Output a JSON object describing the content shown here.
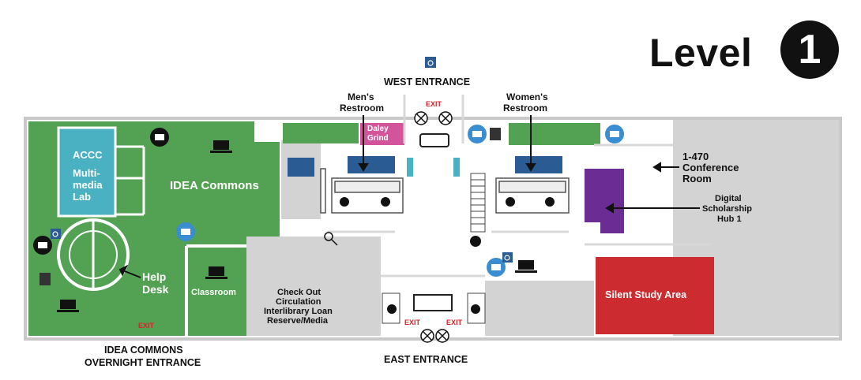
{
  "title": {
    "text": "Level",
    "badge": "1"
  },
  "colors": {
    "green": "#53a253",
    "gray": "#d3d3d3",
    "teal": "#4ab1c2",
    "navy": "#2b5b93",
    "pink": "#d4549c",
    "purple": "#6b2d93",
    "red": "#cc2b2f",
    "icon_blue": "#3a8dd0"
  },
  "labels": {
    "west_entrance": "WEST ENTRANCE",
    "east_entrance": "EAST ENTRANCE",
    "idea_overnight_1": "IDEA COMMONS",
    "idea_overnight_2": "OVERNIGHT ENTRANCE",
    "mens_restroom_1": "Men's",
    "mens_restroom_2": "Restroom",
    "womens_restroom_1": "Women's",
    "womens_restroom_2": "Restroom",
    "daley_grind_1": "Daley",
    "daley_grind_2": "Grind",
    "acc_1": "ACCC",
    "acc_2": "Multi-",
    "acc_3": "media",
    "acc_4": "Lab",
    "idea_commons": "IDEA Commons",
    "help_desk_1": "Help",
    "help_desk_2": "Desk",
    "classroom": "Classroom",
    "checkout_1": "Check Out",
    "checkout_2": "Circulation",
    "checkout_3": "Interlibrary Loan",
    "checkout_4": "Reserve/Media",
    "conf_1": "1-470",
    "conf_2": "Conference",
    "conf_3": "Room",
    "digital_1": "Digital",
    "digital_2": "Scholarship",
    "digital_3": "Hub 1",
    "silent_study": "Silent Study Area",
    "exit": "EXIT"
  }
}
